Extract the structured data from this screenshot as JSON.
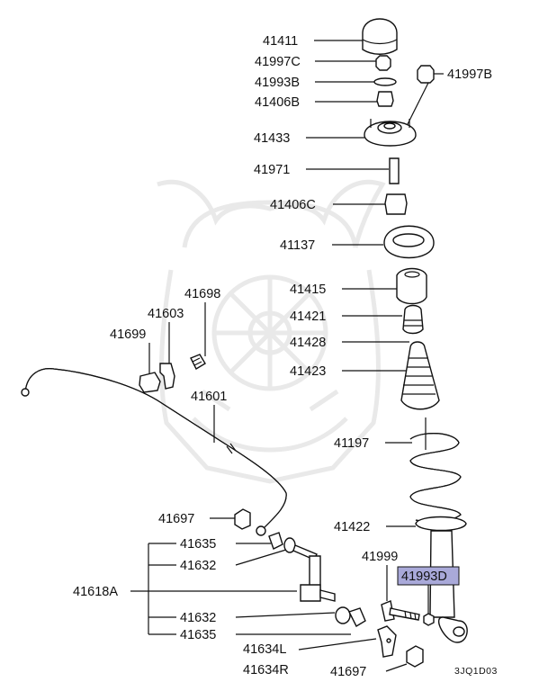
{
  "diagram": {
    "code": "3JQ1D03",
    "highlight_color": "#a9a9d9",
    "labels": {
      "p41411": "41411",
      "p41997C": "41997C",
      "p41997B": "41997B",
      "p41993B": "41993B",
      "p41406B": "41406B",
      "p41433": "41433",
      "p41971": "41971",
      "p41406C": "41406C",
      "p41137": "41137",
      "p41698": "41698",
      "p41415": "41415",
      "p41603": "41603",
      "p41421": "41421",
      "p41699": "41699",
      "p41428": "41428",
      "p41423": "41423",
      "p41601": "41601",
      "p41197": "41197",
      "p41697a": "41697",
      "p41422": "41422",
      "p41635a": "41635",
      "p41999": "41999",
      "p41632a": "41632",
      "p41993D": "41993D",
      "p41618A": "41618A",
      "p41632b": "41632",
      "p41635b": "41635",
      "p41634L": "41634L",
      "p41634R": "41634R",
      "p41697b": "41697"
    }
  }
}
